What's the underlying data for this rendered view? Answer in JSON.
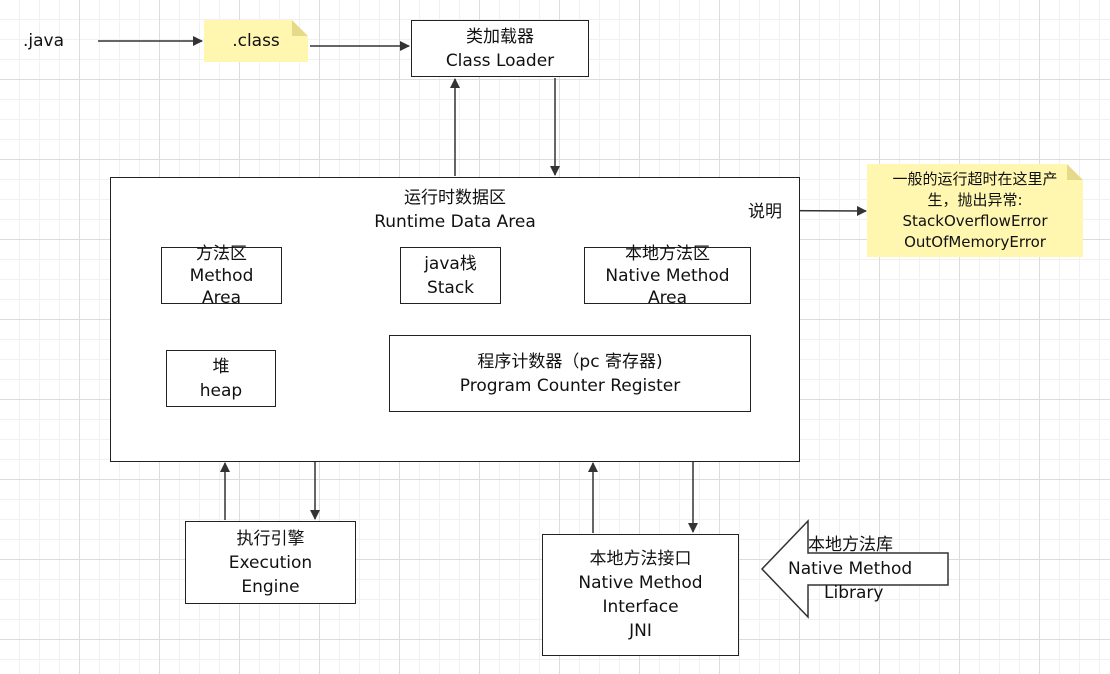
{
  "source": {
    "label": ".java"
  },
  "class_file": {
    "label": ".class"
  },
  "class_loader": {
    "line1": "类加载器",
    "line2": "Class Loader"
  },
  "runtime_area": {
    "line1": "运行时数据区",
    "line2": "Runtime Data Area"
  },
  "method_area": {
    "line1": "方法区",
    "line2": "Method",
    "line3": "Area"
  },
  "java_stack": {
    "line1": "java栈",
    "line2": "Stack"
  },
  "native_method_area": {
    "line1": "本地方法区",
    "line2": "Native Method",
    "line3": "Area"
  },
  "heap": {
    "line1": "堆",
    "line2": "heap"
  },
  "pc_register": {
    "line1": "程序计数器（pc 寄存器)",
    "line2": "Program Counter Register"
  },
  "explain": {
    "label": "说明"
  },
  "note": {
    "line1": "一般的运行超时在这里产",
    "line2": "生，抛出异常:",
    "line3": "StackOverflowError",
    "line4": "OutOfMemoryError"
  },
  "execution_engine": {
    "line1": "执行引擎",
    "line2": "Execution",
    "line3": "Engine"
  },
  "native_interface": {
    "line1": "本地方法接口",
    "line2": "Native Method",
    "line3": "Interface",
    "line4": "JNI"
  },
  "native_library": {
    "line1": "本地方法库",
    "line2": "Native Method",
    "line3": "Library"
  },
  "colors": {
    "note_fill": "#fff6b0",
    "line": "#333333",
    "grid": "#dcdcdc"
  }
}
